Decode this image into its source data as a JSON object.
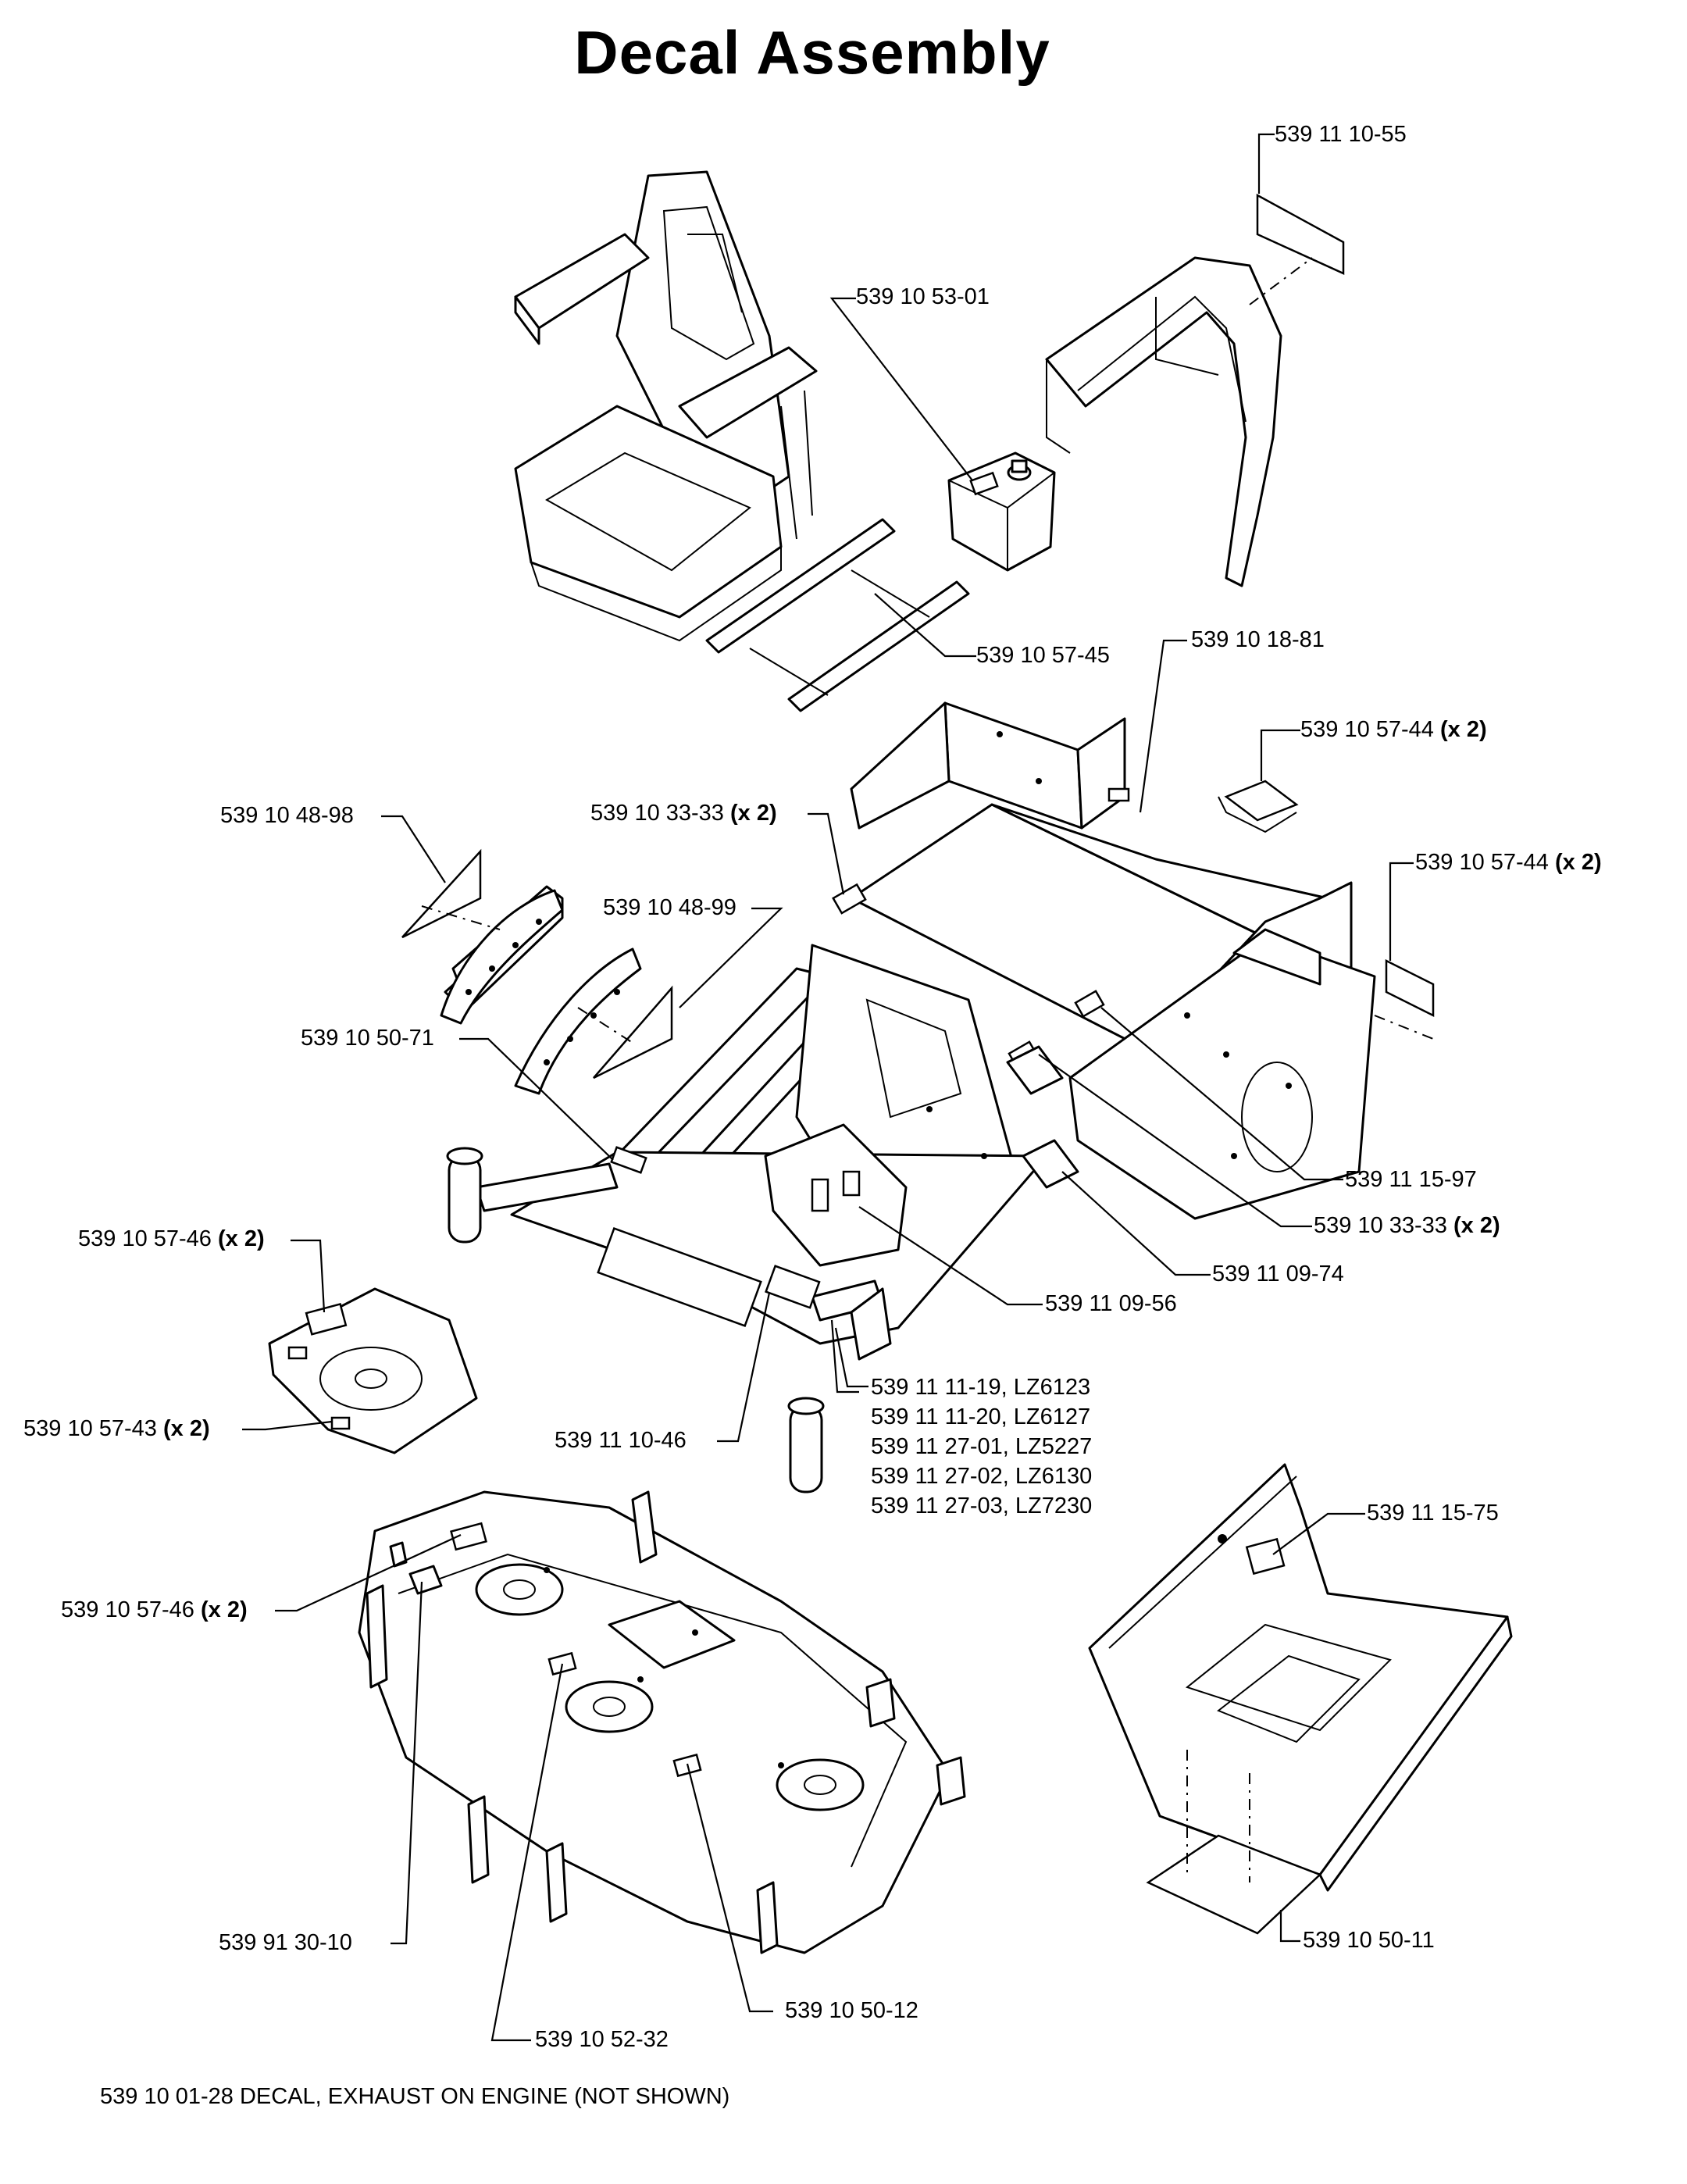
{
  "title": "Decal Assembly",
  "labels": {
    "l_1055": {
      "part": "539 11 10-55",
      "qty": ""
    },
    "l_5301": {
      "part": "539 10 53-01",
      "qty": ""
    },
    "l_5745": {
      "part": "539 10 57-45",
      "qty": ""
    },
    "l_1881": {
      "part": "539 10 18-81",
      "qty": ""
    },
    "l_5744a": {
      "part": "539 10 57-44",
      "qty": "(x 2)"
    },
    "l_5744b": {
      "part": "539 10 57-44",
      "qty": "(x 2)"
    },
    "l_4898": {
      "part": "539 10 48-98",
      "qty": ""
    },
    "l_3333a": {
      "part": "539 10 33-33",
      "qty": "(x 2)"
    },
    "l_4899": {
      "part": "539 10 48-99",
      "qty": ""
    },
    "l_5071": {
      "part": "539 10 50-71",
      "qty": ""
    },
    "l_1597": {
      "part": "539 11 15-97",
      "qty": ""
    },
    "l_3333b": {
      "part": "539 10 33-33",
      "qty": "(x 2)"
    },
    "l_5746a": {
      "part": "539 10 57-46",
      "qty": "(x 2)"
    },
    "l_0974": {
      "part": "539 11 09-74",
      "qty": ""
    },
    "l_0956": {
      "part": "539 11 09-56",
      "qty": ""
    },
    "l_5743": {
      "part": "539 10 57-43",
      "qty": "(x 2)"
    },
    "l_1046": {
      "part": "539 11 10-46",
      "qty": ""
    },
    "l_1575": {
      "part": "539 11 15-75",
      "qty": ""
    },
    "l_5746b": {
      "part": "539 10 57-46",
      "qty": "(x 2)"
    },
    "l_3010": {
      "part": "539 91 30-10",
      "qty": ""
    },
    "l_5011": {
      "part": "539 10 50-11",
      "qty": ""
    },
    "l_5012": {
      "part": "539 10 50-12",
      "qty": ""
    },
    "l_5232": {
      "part": "539 10 52-32",
      "qty": ""
    }
  },
  "model_decals": [
    "539 11 11-19, LZ6123",
    "539 11 11-20, LZ6127",
    "539 11 27-01, LZ5227",
    "539 11 27-02, LZ6130",
    "539 11 27-03, LZ7230"
  ],
  "footnote": "539 10 01-28 DECAL, EXHAUST ON ENGINE (NOT SHOWN)"
}
